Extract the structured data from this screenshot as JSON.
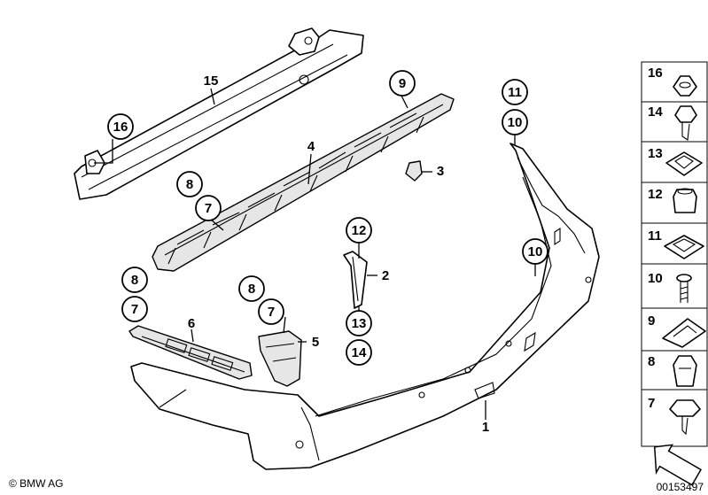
{
  "parts_diagram": {
    "callouts": {
      "p1": "1",
      "p2": "2",
      "p3": "3",
      "p4": "4",
      "p5": "5",
      "p6": "6",
      "p7a": "7",
      "p7b": "7",
      "p7c": "7",
      "p8a": "8",
      "p8b": "8",
      "p8c": "8",
      "p9": "9",
      "p10a": "10",
      "p10b": "10",
      "p11": "11",
      "p12": "12",
      "p13": "13",
      "p14": "14",
      "p15": "15",
      "p16": "16"
    },
    "side_panel": [
      "16",
      "14",
      "13",
      "12",
      "11",
      "10",
      "9",
      "8",
      "7"
    ],
    "copyright": "© BMW AG",
    "diagram_number": "00153497"
  }
}
